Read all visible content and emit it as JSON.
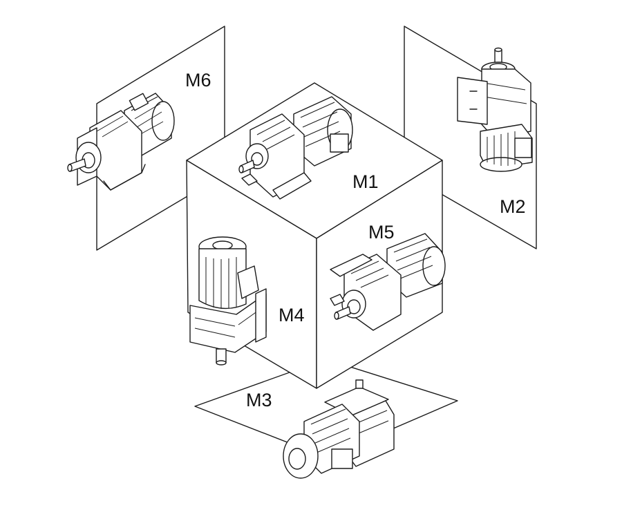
{
  "labels": {
    "m1": "M1",
    "m2": "M2",
    "m3": "M3",
    "m4": "M4",
    "m5": "M5",
    "m6": "M6"
  },
  "colors": {
    "stroke": "#1a1a1a",
    "background": "#ffffff"
  }
}
